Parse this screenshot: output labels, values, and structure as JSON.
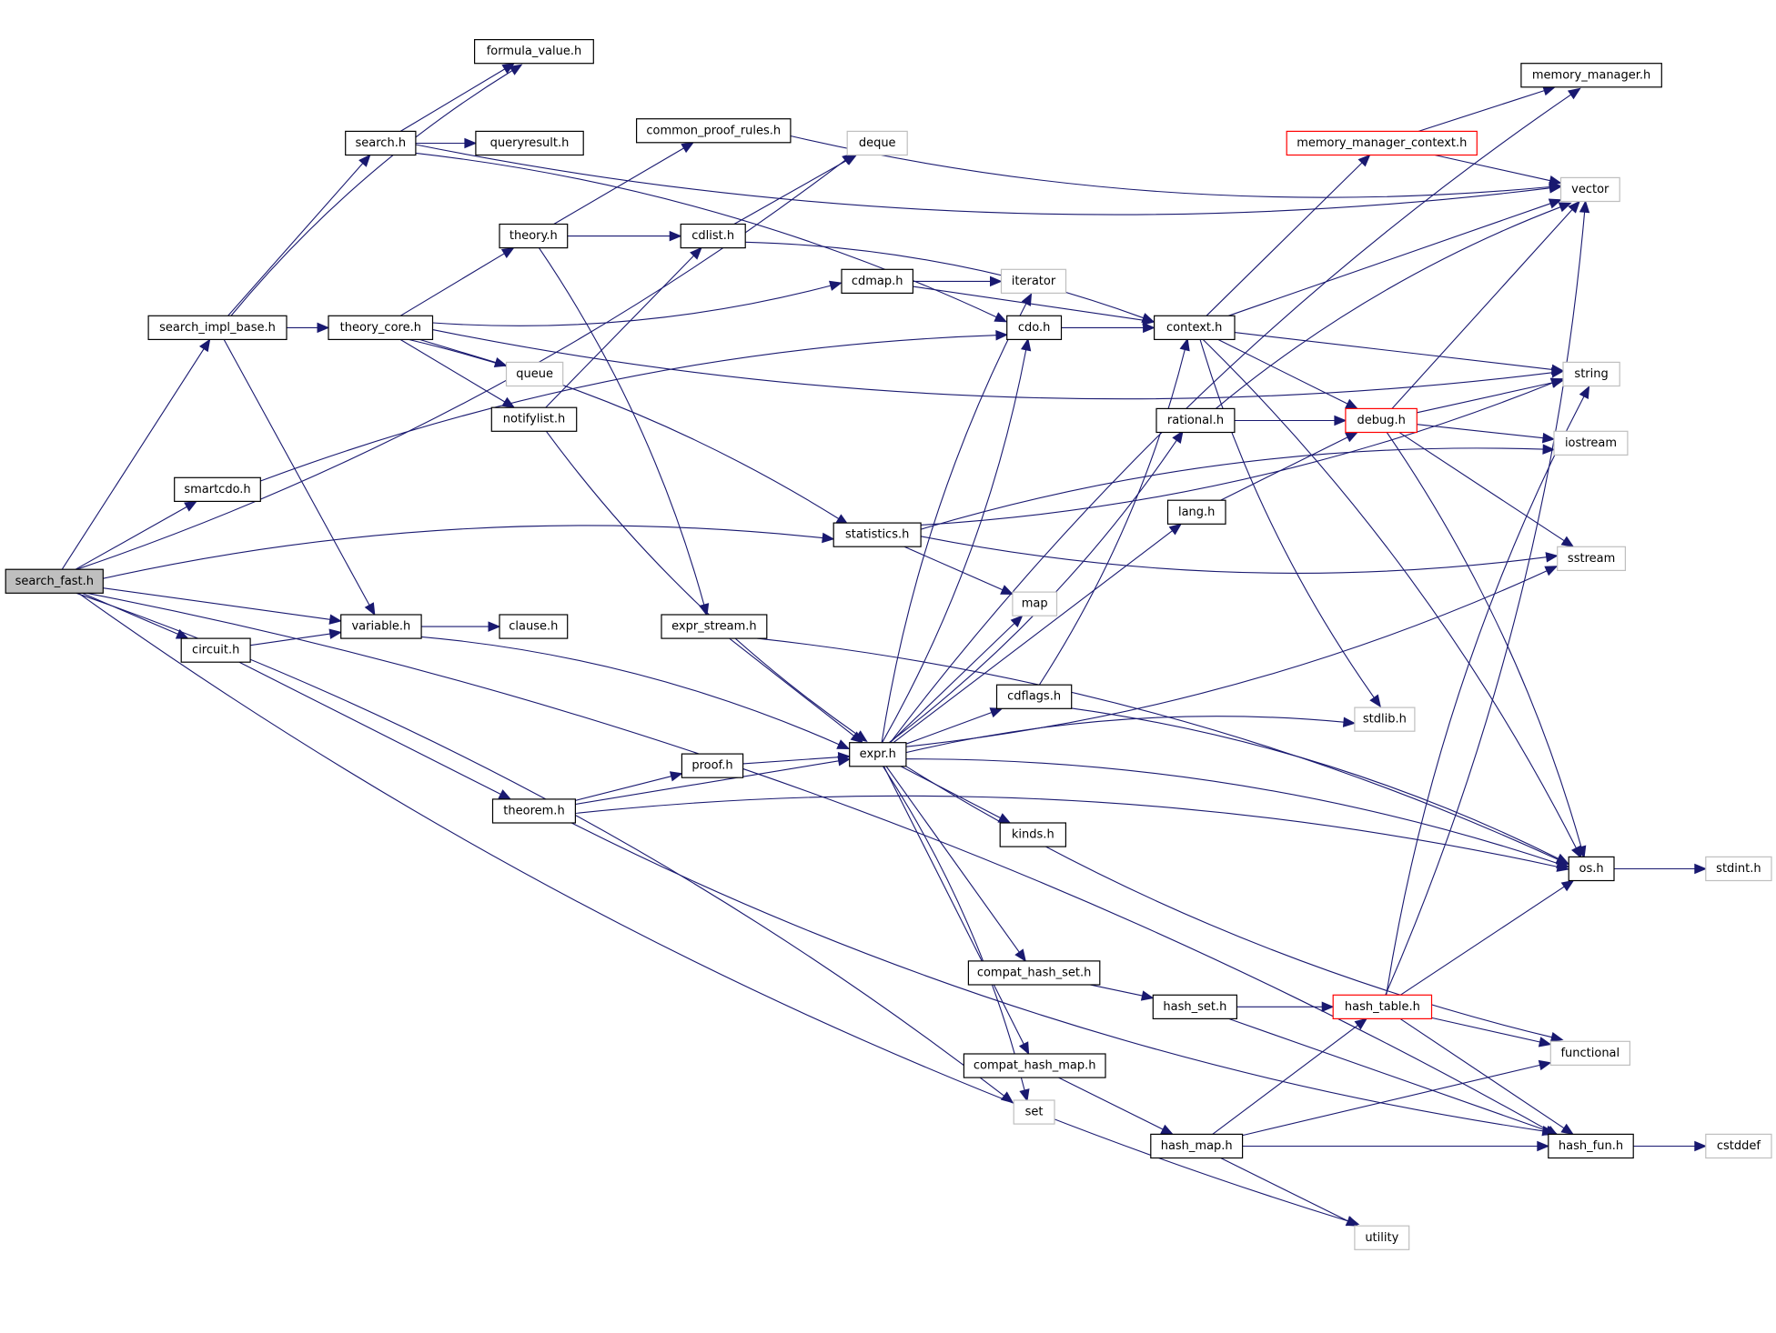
{
  "graph": {
    "title": "search_fast.h include dependency graph",
    "root": "search_fast.h",
    "colors": {
      "edge": "#191970",
      "node_border": "#000000",
      "external_border": "#bfbfbf",
      "truncated_border": "#ff0000",
      "root_fill": "#bfbfbf"
    },
    "nodes": [
      {
        "id": "search_fast.h",
        "kind": "root"
      },
      {
        "id": "search_impl_base.h",
        "kind": "local"
      },
      {
        "id": "formula_value.h",
        "kind": "local"
      },
      {
        "id": "search.h",
        "kind": "local"
      },
      {
        "id": "queryresult.h",
        "kind": "local"
      },
      {
        "id": "common_proof_rules.h",
        "kind": "local"
      },
      {
        "id": "deque",
        "kind": "external"
      },
      {
        "id": "theory_core.h",
        "kind": "local"
      },
      {
        "id": "theory.h",
        "kind": "local"
      },
      {
        "id": "cdlist.h",
        "kind": "local"
      },
      {
        "id": "cdmap.h",
        "kind": "local"
      },
      {
        "id": "iterator",
        "kind": "external"
      },
      {
        "id": "cdo.h",
        "kind": "local"
      },
      {
        "id": "context.h",
        "kind": "local"
      },
      {
        "id": "queue",
        "kind": "external"
      },
      {
        "id": "notifylist.h",
        "kind": "local"
      },
      {
        "id": "smartcdo.h",
        "kind": "local"
      },
      {
        "id": "statistics.h",
        "kind": "local"
      },
      {
        "id": "variable.h",
        "kind": "local"
      },
      {
        "id": "clause.h",
        "kind": "local"
      },
      {
        "id": "circuit.h",
        "kind": "local"
      },
      {
        "id": "expr_stream.h",
        "kind": "local"
      },
      {
        "id": "map",
        "kind": "external"
      },
      {
        "id": "proof.h",
        "kind": "local"
      },
      {
        "id": "expr.h",
        "kind": "local"
      },
      {
        "id": "theorem.h",
        "kind": "local"
      },
      {
        "id": "kinds.h",
        "kind": "local"
      },
      {
        "id": "cdflags.h",
        "kind": "local"
      },
      {
        "id": "rational.h",
        "kind": "local"
      },
      {
        "id": "lang.h",
        "kind": "local"
      },
      {
        "id": "debug.h",
        "kind": "truncated"
      },
      {
        "id": "memory_manager_context.h",
        "kind": "truncated"
      },
      {
        "id": "memory_manager.h",
        "kind": "local"
      },
      {
        "id": "vector",
        "kind": "external"
      },
      {
        "id": "string",
        "kind": "external"
      },
      {
        "id": "iostream",
        "kind": "external"
      },
      {
        "id": "sstream",
        "kind": "external"
      },
      {
        "id": "stdlib.h",
        "kind": "external"
      },
      {
        "id": "os.h",
        "kind": "local"
      },
      {
        "id": "stdint.h",
        "kind": "external"
      },
      {
        "id": "compat_hash_set.h",
        "kind": "local"
      },
      {
        "id": "hash_set.h",
        "kind": "local"
      },
      {
        "id": "hash_table.h",
        "kind": "truncated"
      },
      {
        "id": "functional",
        "kind": "external"
      },
      {
        "id": "compat_hash_map.h",
        "kind": "local"
      },
      {
        "id": "set",
        "kind": "external"
      },
      {
        "id": "hash_map.h",
        "kind": "local"
      },
      {
        "id": "hash_fun.h",
        "kind": "local"
      },
      {
        "id": "cstddef",
        "kind": "external"
      },
      {
        "id": "utility",
        "kind": "external"
      }
    ],
    "edges": [
      [
        "search_fast.h",
        "search_impl_base.h"
      ],
      [
        "search_fast.h",
        "smartcdo.h"
      ],
      [
        "search_fast.h",
        "statistics.h"
      ],
      [
        "search_fast.h",
        "variable.h"
      ],
      [
        "search_fast.h",
        "circuit.h"
      ],
      [
        "search_fast.h",
        "deque"
      ],
      [
        "search_fast.h",
        "set"
      ],
      [
        "search_fast.h",
        "utility"
      ],
      [
        "search_fast.h",
        "hash_fun.h"
      ],
      [
        "search_impl_base.h",
        "search.h"
      ],
      [
        "search_impl_base.h",
        "formula_value.h"
      ],
      [
        "search_impl_base.h",
        "theory_core.h"
      ],
      [
        "search_impl_base.h",
        "variable.h"
      ],
      [
        "search.h",
        "formula_value.h"
      ],
      [
        "search.h",
        "queryresult.h"
      ],
      [
        "search.h",
        "vector"
      ],
      [
        "search.h",
        "cdo.h"
      ],
      [
        "common_proof_rules.h",
        "vector"
      ],
      [
        "theory_core.h",
        "theory.h"
      ],
      [
        "theory_core.h",
        "cdmap.h"
      ],
      [
        "theory_core.h",
        "queue"
      ],
      [
        "theory_core.h",
        "notifylist.h"
      ],
      [
        "theory_core.h",
        "statistics.h"
      ],
      [
        "theory_core.h",
        "string"
      ],
      [
        "theory.h",
        "common_proof_rules.h"
      ],
      [
        "theory.h",
        "cdlist.h"
      ],
      [
        "theory.h",
        "expr_stream.h"
      ],
      [
        "cdlist.h",
        "deque"
      ],
      [
        "cdlist.h",
        "context.h"
      ],
      [
        "cdmap.h",
        "iterator"
      ],
      [
        "cdmap.h",
        "context.h"
      ],
      [
        "cdo.h",
        "context.h"
      ],
      [
        "notifylist.h",
        "cdlist.h"
      ],
      [
        "notifylist.h",
        "expr.h"
      ],
      [
        "smartcdo.h",
        "cdo.h"
      ],
      [
        "statistics.h",
        "string"
      ],
      [
        "statistics.h",
        "iostream"
      ],
      [
        "statistics.h",
        "sstream"
      ],
      [
        "statistics.h",
        "map"
      ],
      [
        "variable.h",
        "clause.h"
      ],
      [
        "variable.h",
        "expr.h"
      ],
      [
        "circuit.h",
        "variable.h"
      ],
      [
        "circuit.h",
        "theorem.h"
      ],
      [
        "expr_stream.h",
        "expr.h"
      ],
      [
        "expr_stream.h",
        "os.h"
      ],
      [
        "proof.h",
        "expr.h"
      ],
      [
        "theorem.h",
        "proof.h"
      ],
      [
        "theorem.h",
        "expr.h"
      ],
      [
        "theorem.h",
        "os.h"
      ],
      [
        "theorem.h",
        "hash_fun.h"
      ],
      [
        "expr.h",
        "iterator"
      ],
      [
        "expr.h",
        "cdo.h"
      ],
      [
        "expr.h",
        "memory_manager.h"
      ],
      [
        "expr.h",
        "rational.h"
      ],
      [
        "expr.h",
        "map"
      ],
      [
        "expr.h",
        "cdflags.h"
      ],
      [
        "expr.h",
        "lang.h"
      ],
      [
        "expr.h",
        "kinds.h"
      ],
      [
        "expr.h",
        "stdlib.h"
      ],
      [
        "expr.h",
        "sstream"
      ],
      [
        "expr.h",
        "os.h"
      ],
      [
        "expr.h",
        "compat_hash_set.h"
      ],
      [
        "expr.h",
        "compat_hash_map.h"
      ],
      [
        "expr.h",
        "functional"
      ],
      [
        "expr.h",
        "set"
      ],
      [
        "cdflags.h",
        "context.h"
      ],
      [
        "cdflags.h",
        "os.h"
      ],
      [
        "context.h",
        "memory_manager_context.h"
      ],
      [
        "context.h",
        "vector"
      ],
      [
        "context.h",
        "string"
      ],
      [
        "context.h",
        "debug.h"
      ],
      [
        "context.h",
        "stdlib.h"
      ],
      [
        "context.h",
        "os.h"
      ],
      [
        "rational.h",
        "debug.h"
      ],
      [
        "rational.h",
        "vector"
      ],
      [
        "lang.h",
        "debug.h"
      ],
      [
        "debug.h",
        "vector"
      ],
      [
        "debug.h",
        "string"
      ],
      [
        "debug.h",
        "iostream"
      ],
      [
        "debug.h",
        "sstream"
      ],
      [
        "debug.h",
        "os.h"
      ],
      [
        "memory_manager_context.h",
        "memory_manager.h"
      ],
      [
        "memory_manager_context.h",
        "vector"
      ],
      [
        "os.h",
        "stdint.h"
      ],
      [
        "compat_hash_set.h",
        "hash_set.h"
      ],
      [
        "hash_set.h",
        "hash_table.h"
      ],
      [
        "hash_set.h",
        "hash_fun.h"
      ],
      [
        "hash_table.h",
        "vector"
      ],
      [
        "hash_table.h",
        "string"
      ],
      [
        "hash_table.h",
        "os.h"
      ],
      [
        "hash_table.h",
        "functional"
      ],
      [
        "hash_table.h",
        "hash_fun.h"
      ],
      [
        "compat_hash_map.h",
        "hash_map.h"
      ],
      [
        "hash_map.h",
        "hash_table.h"
      ],
      [
        "hash_map.h",
        "functional"
      ],
      [
        "hash_map.h",
        "hash_fun.h"
      ],
      [
        "hash_map.h",
        "utility"
      ],
      [
        "hash_fun.h",
        "cstddef"
      ]
    ]
  }
}
